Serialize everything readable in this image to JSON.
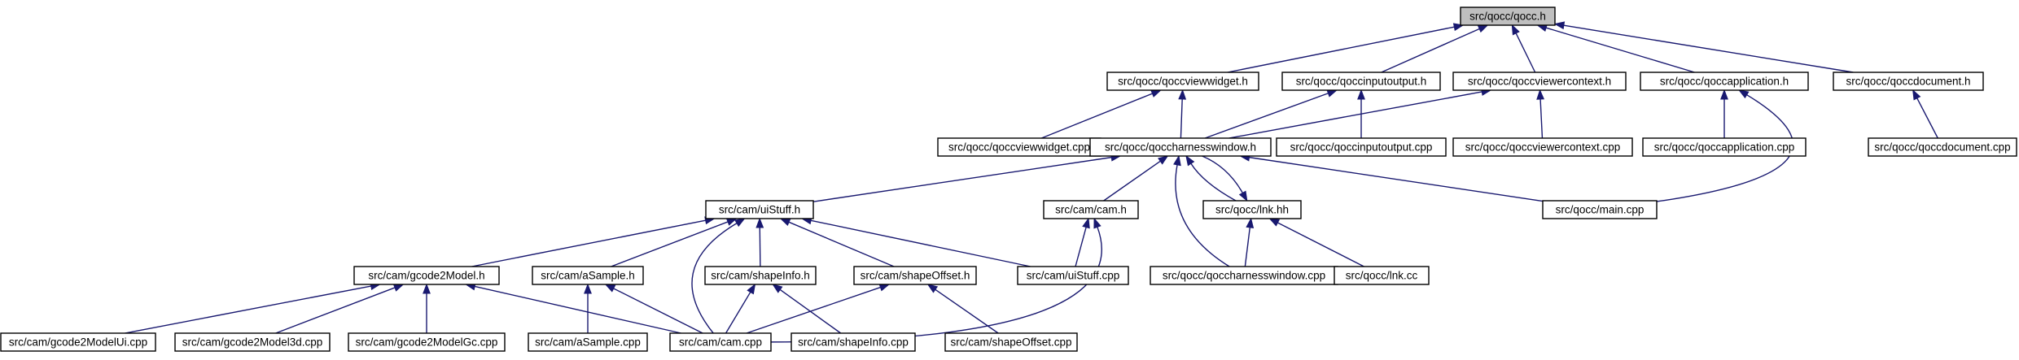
{
  "graph": {
    "edge_color": "#191970",
    "root_fill": "#bfbfbf",
    "node_fill": "#ffffff",
    "nodes": [
      {
        "id": "qocc_h",
        "label": "src/qocc/qocc.h",
        "root": true
      },
      {
        "id": "viewwidget_h",
        "label": "src/qocc/qoccviewwidget.h"
      },
      {
        "id": "inputoutput_h",
        "label": "src/qocc/qoccinputoutput.h"
      },
      {
        "id": "viewercontext_h",
        "label": "src/qocc/qoccviewercontext.h"
      },
      {
        "id": "application_h",
        "label": "src/qocc/qoccapplication.h"
      },
      {
        "id": "document_h",
        "label": "src/qocc/qoccdocument.h"
      },
      {
        "id": "viewwidget_cpp",
        "label": "src/qocc/qoccviewwidget.cpp"
      },
      {
        "id": "harness_h",
        "label": "src/qocc/qoccharnesswindow.h"
      },
      {
        "id": "inputoutput_cpp",
        "label": "src/qocc/qoccinputoutput.cpp"
      },
      {
        "id": "viewercontext_cpp",
        "label": "src/qocc/qoccviewercontext.cpp"
      },
      {
        "id": "application_cpp",
        "label": "src/qocc/qoccapplication.cpp"
      },
      {
        "id": "document_cpp",
        "label": "src/qocc/qoccdocument.cpp"
      },
      {
        "id": "uistuff_h",
        "label": "src/cam/uiStuff.h"
      },
      {
        "id": "cam_h",
        "label": "src/cam/cam.h"
      },
      {
        "id": "lnk_hh",
        "label": "src/qocc/lnk.hh"
      },
      {
        "id": "main_cpp",
        "label": "src/qocc/main.cpp"
      },
      {
        "id": "gcode2model_h",
        "label": "src/cam/gcode2Model.h"
      },
      {
        "id": "asample_h",
        "label": "src/cam/aSample.h"
      },
      {
        "id": "shapeinfo_h",
        "label": "src/cam/shapeInfo.h"
      },
      {
        "id": "shapeoffset_h",
        "label": "src/cam/shapeOffset.h"
      },
      {
        "id": "uistuff_cpp",
        "label": "src/cam/uiStuff.cpp"
      },
      {
        "id": "harness_cpp",
        "label": "src/qocc/qoccharnesswindow.cpp"
      },
      {
        "id": "lnk_cc",
        "label": "src/qocc/lnk.cc"
      },
      {
        "id": "gcode2modelui_cpp",
        "label": "src/cam/gcode2ModelUi.cpp"
      },
      {
        "id": "gcode2model3d_cpp",
        "label": "src/cam/gcode2Model3d.cpp"
      },
      {
        "id": "gcode2modelgc_cpp",
        "label": "src/cam/gcode2ModelGc.cpp"
      },
      {
        "id": "asample_cpp",
        "label": "src/cam/aSample.cpp"
      },
      {
        "id": "cam_cpp",
        "label": "src/cam/cam.cpp"
      },
      {
        "id": "shapeinfo_cpp",
        "label": "src/cam/shapeInfo.cpp"
      },
      {
        "id": "shapeoffset_cpp",
        "label": "src/cam/shapeOffset.cpp"
      }
    ],
    "edges": [
      {
        "from": "viewwidget_h",
        "to": "qocc_h"
      },
      {
        "from": "inputoutput_h",
        "to": "qocc_h"
      },
      {
        "from": "viewercontext_h",
        "to": "qocc_h"
      },
      {
        "from": "application_h",
        "to": "qocc_h"
      },
      {
        "from": "document_h",
        "to": "qocc_h"
      },
      {
        "from": "viewwidget_cpp",
        "to": "viewwidget_h"
      },
      {
        "from": "harness_h",
        "to": "viewwidget_h"
      },
      {
        "from": "harness_h",
        "to": "inputoutput_h"
      },
      {
        "from": "inputoutput_cpp",
        "to": "inputoutput_h"
      },
      {
        "from": "harness_h",
        "to": "viewercontext_h"
      },
      {
        "from": "viewercontext_cpp",
        "to": "viewercontext_h"
      },
      {
        "from": "application_cpp",
        "to": "application_h"
      },
      {
        "from": "main_cpp",
        "to": "application_h"
      },
      {
        "from": "document_cpp",
        "to": "document_h"
      },
      {
        "from": "uistuff_h",
        "to": "harness_h"
      },
      {
        "from": "cam_h",
        "to": "harness_h"
      },
      {
        "from": "lnk_hh",
        "to": "harness_h"
      },
      {
        "from": "harness_h",
        "to": "lnk_hh"
      },
      {
        "from": "harness_cpp",
        "to": "harness_h"
      },
      {
        "from": "main_cpp",
        "to": "harness_h"
      },
      {
        "from": "gcode2model_h",
        "to": "uistuff_h"
      },
      {
        "from": "asample_h",
        "to": "uistuff_h"
      },
      {
        "from": "shapeinfo_h",
        "to": "uistuff_h"
      },
      {
        "from": "shapeoffset_h",
        "to": "uistuff_h"
      },
      {
        "from": "uistuff_cpp",
        "to": "uistuff_h"
      },
      {
        "from": "cam_cpp",
        "to": "uistuff_h"
      },
      {
        "from": "uistuff_cpp",
        "to": "cam_h"
      },
      {
        "from": "cam_cpp",
        "to": "cam_h"
      },
      {
        "from": "harness_cpp",
        "to": "lnk_hh"
      },
      {
        "from": "lnk_cc",
        "to": "lnk_hh"
      },
      {
        "from": "gcode2modelui_cpp",
        "to": "gcode2model_h"
      },
      {
        "from": "gcode2model3d_cpp",
        "to": "gcode2model_h"
      },
      {
        "from": "gcode2modelgc_cpp",
        "to": "gcode2model_h"
      },
      {
        "from": "cam_cpp",
        "to": "gcode2model_h"
      },
      {
        "from": "asample_cpp",
        "to": "asample_h"
      },
      {
        "from": "cam_cpp",
        "to": "asample_h"
      },
      {
        "from": "cam_cpp",
        "to": "shapeinfo_h"
      },
      {
        "from": "shapeinfo_cpp",
        "to": "shapeinfo_h"
      },
      {
        "from": "cam_cpp",
        "to": "shapeoffset_h"
      },
      {
        "from": "shapeoffset_cpp",
        "to": "shapeoffset_h"
      }
    ]
  }
}
